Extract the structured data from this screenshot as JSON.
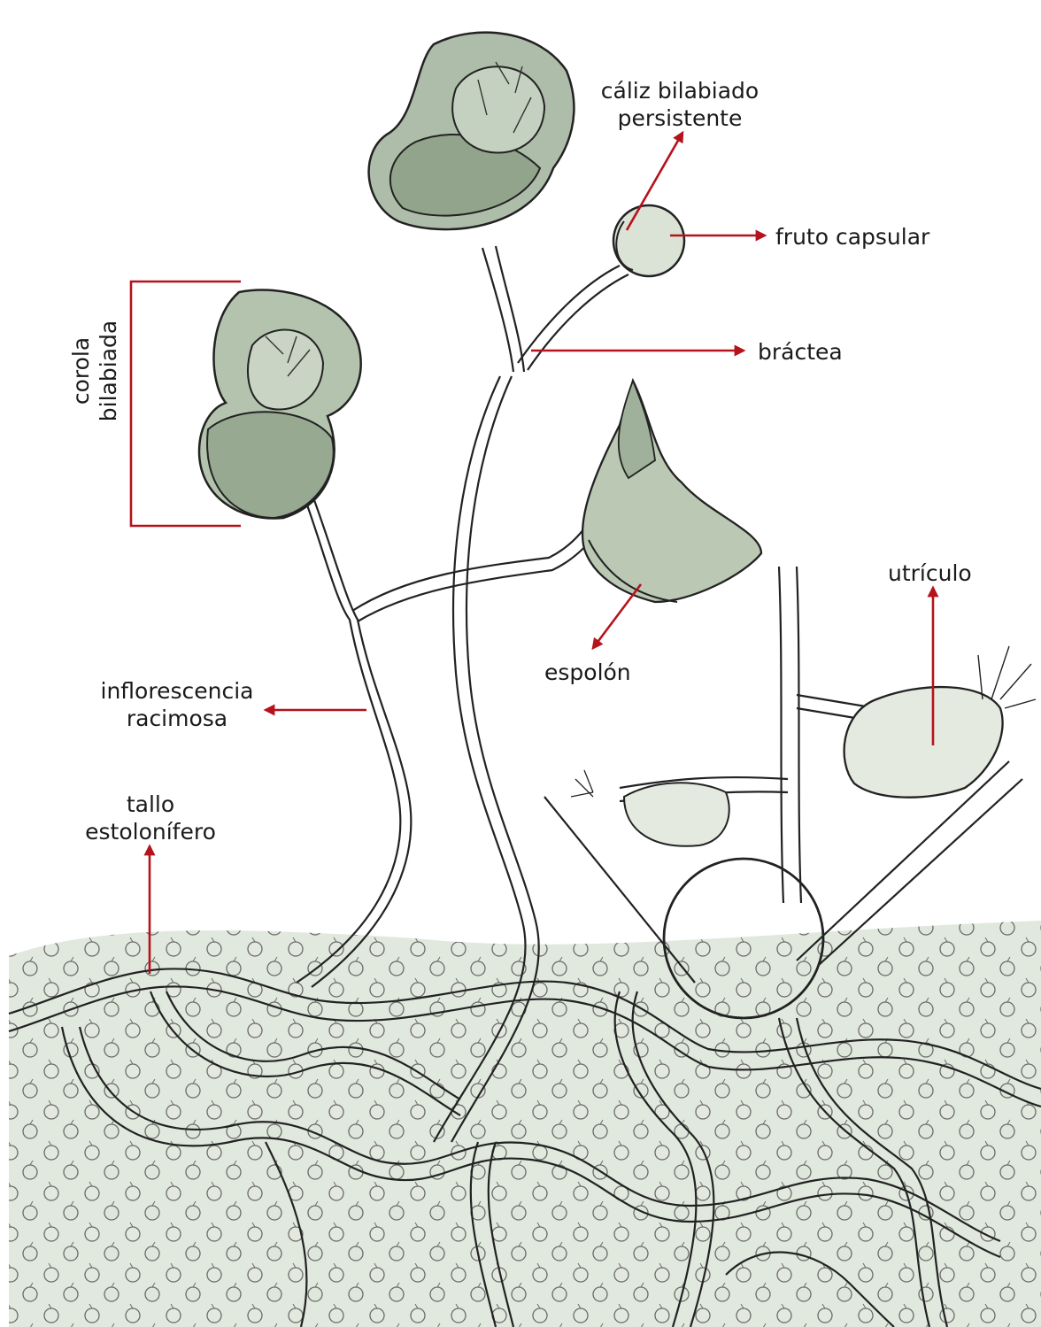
{
  "labels": {
    "caliz": [
      "cáliz bilabiado",
      "persistente"
    ],
    "fruto": "fruto capsular",
    "bractea": "bráctea",
    "corola": [
      "corola",
      "bilabiada"
    ],
    "espolon": "espolón",
    "utriculo": "utrículo",
    "inflorescencia": [
      "inflorescencia",
      "racimosa"
    ],
    "tallo": [
      "tallo",
      "estolonífero"
    ]
  },
  "colors": {
    "arrow": "#b5121b",
    "sketch": "#2b2b2b",
    "shade": "#a9b8a2",
    "shade_light": "#d6dfd0"
  }
}
